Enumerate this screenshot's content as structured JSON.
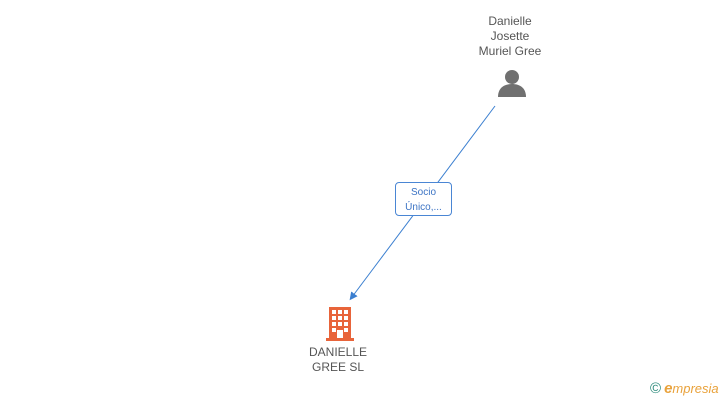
{
  "nodes": {
    "person": {
      "name": "Danielle\nJosette\nMuriel Gree"
    },
    "company": {
      "name": "DANIELLE\nGREE SL"
    }
  },
  "relation": {
    "label": "Socio\nÚnico,..."
  },
  "brand": {
    "copyright": "©",
    "name": "mpresia"
  },
  "colors": {
    "edge": "#3b7fd0",
    "company_icon": "#e8643a",
    "person_icon": "#707070"
  }
}
